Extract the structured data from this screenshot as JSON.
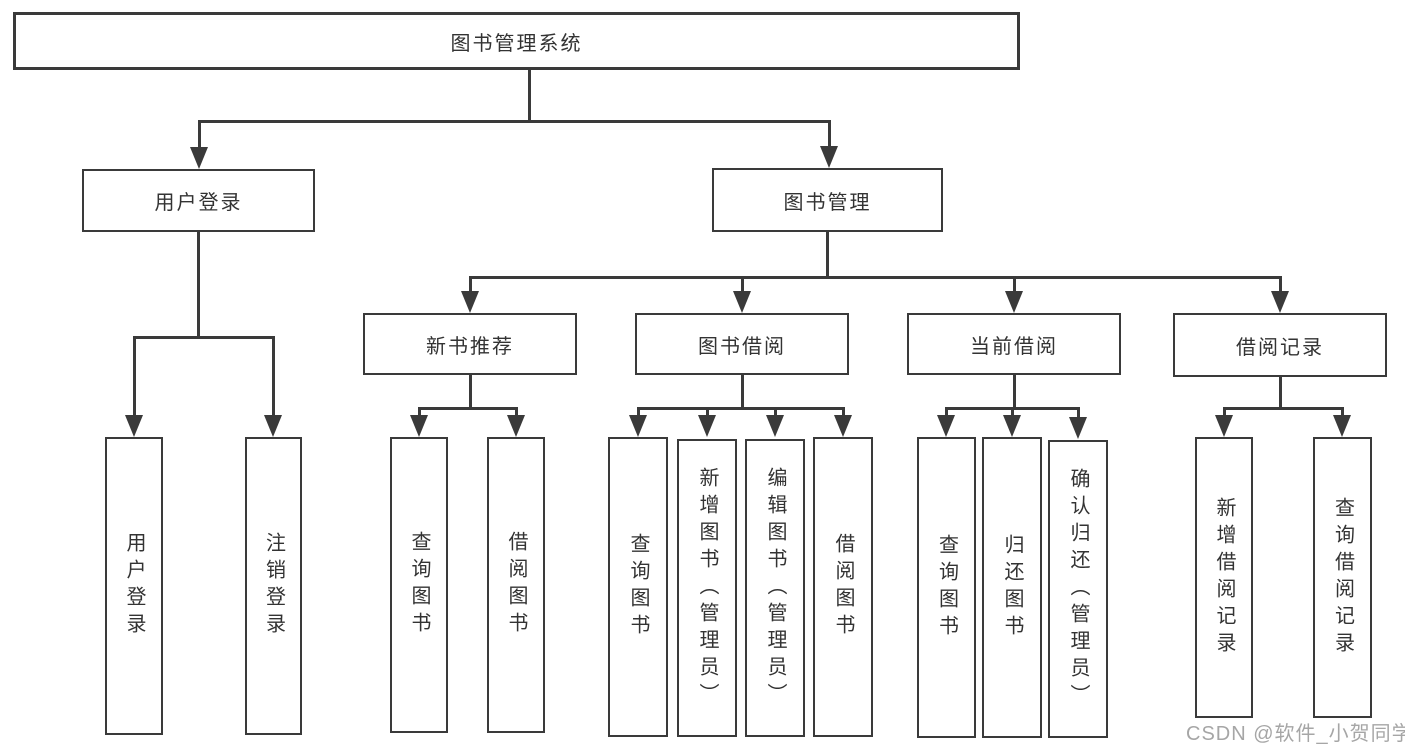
{
  "nodes": {
    "root": "图书管理系统",
    "user_login": "用户登录",
    "book_mgmt": "图书管理",
    "new_book_rec": "新书推荐",
    "book_borrow": "图书借阅",
    "current_borrow": "当前借阅",
    "borrow_records": "借阅记录",
    "leaf_user_login": "用户登录",
    "leaf_logout": "注销登录",
    "leaf_nbr_query": "查询图书",
    "leaf_nbr_borrow": "借阅图书",
    "leaf_bb_query": "查询图书",
    "leaf_bb_add": "新增图书（管理员）",
    "leaf_bb_edit": "编辑图书（管理员）",
    "leaf_bb_borrow": "借阅图书",
    "leaf_cb_query": "查询图书",
    "leaf_cb_return": "归还图书",
    "leaf_cb_confirm": "确认归还（管理员）",
    "leaf_br_add": "新增借阅记录",
    "leaf_br_query": "查询借阅记录"
  },
  "watermark": "CSDN @软件_小贺同学",
  "colors": {
    "line": "#3a3a3a",
    "text": "#333333",
    "background": "#ffffff",
    "watermark": "#a6a6a6"
  }
}
